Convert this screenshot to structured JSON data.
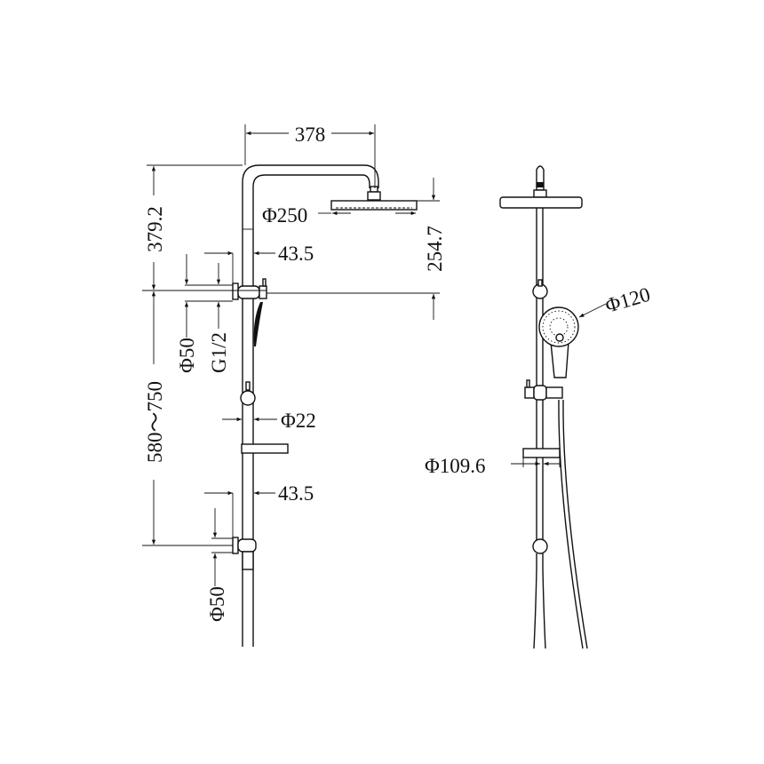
{
  "drawing": {
    "front_view": {
      "arm_length": "378",
      "top_to_bracket": "379.2",
      "head_diameter": "Φ250",
      "head_drop": "254.7",
      "upper_offset": "43.5",
      "upper_bracket_diameter": "Φ50",
      "thread": "G1/2",
      "bracket_spacing": "580～750",
      "pole_diameter": "Φ22",
      "lower_offset": "43.5",
      "lower_bracket_diameter": "Φ50"
    },
    "side_view": {
      "handshower_diameter": "Φ120",
      "soap_dish_width": "Φ109.6"
    }
  }
}
